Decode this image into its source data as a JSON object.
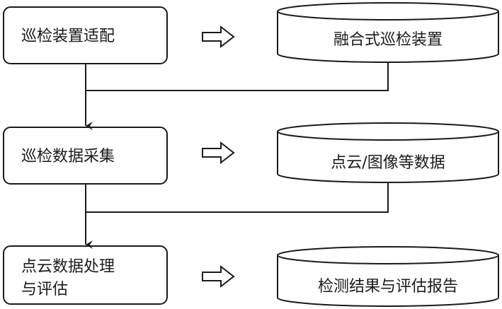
{
  "steps": [
    {
      "label_lines": [
        "巡检装置适配"
      ]
    },
    {
      "label_lines": [
        "巡检数据采集"
      ]
    },
    {
      "label_lines": [
        "点云数据处理",
        "与评估"
      ]
    }
  ],
  "outputs": [
    {
      "label": "融合式巡检装置"
    },
    {
      "label": "点云/图像等数据"
    },
    {
      "label": "检测结果与评估报告"
    }
  ]
}
